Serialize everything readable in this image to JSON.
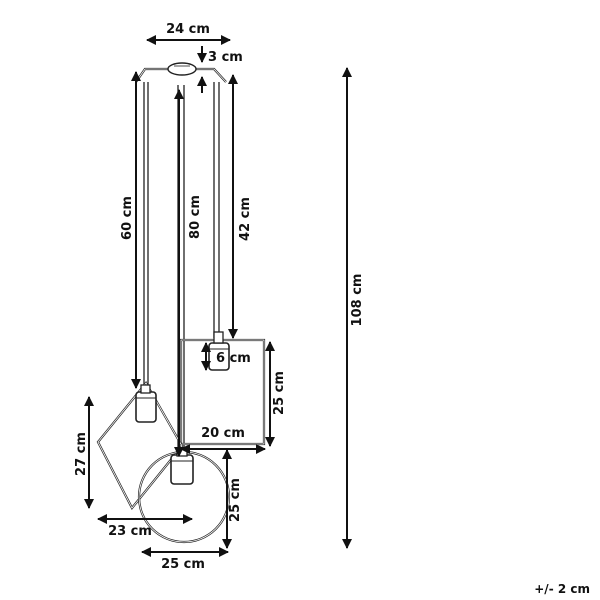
{
  "dimensions": {
    "canopy_width": "24 cm",
    "canopy_height": "3 cm",
    "cable_left": "60 cm",
    "cable_middle": "80 cm",
    "cable_right": "42 cm",
    "total_height": "108 cm",
    "socket_height": "6 cm",
    "square_frame_height": "25 cm",
    "square_frame_width": "20 cm",
    "diamond_frame_height": "27 cm",
    "diamond_frame_width": "23 cm",
    "ring_frame_height": "25 cm",
    "ring_frame_width": "25 cm"
  },
  "tolerance": "+/- 2 cm",
  "colors": {
    "line": "#222222",
    "dimension": "#111111",
    "background": "#ffffff"
  }
}
